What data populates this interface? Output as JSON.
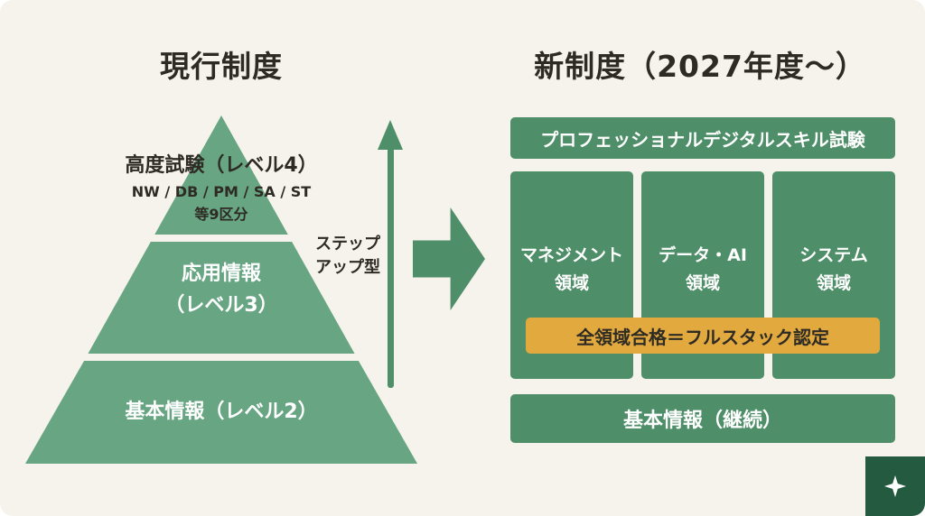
{
  "colors": {
    "background": "#f5f3ec",
    "pyramid_green": "#67a583",
    "panel_green": "#4e8e68",
    "accent_yellow": "#e2a93e",
    "dark_text": "#2e2b25",
    "white_text": "#ffffff",
    "logo_green": "#245b40"
  },
  "left": {
    "title": "現行制度",
    "pyramid": {
      "level4": {
        "title": "高度試験（レベル4）",
        "subtitle": "NW / DB / PM / SA / ST",
        "subtitle2": "等9区分"
      },
      "level3": {
        "line1": "応用情報",
        "line2": "（レベル3）"
      },
      "level2": {
        "label": "基本情報（レベル2）"
      }
    },
    "step_arrow_label": {
      "line1": "ステップ",
      "line2": "アップ型"
    }
  },
  "right": {
    "title": "新制度（2027年度〜）",
    "header": "プロフェッショナルデジタルスキル試験",
    "domains": [
      {
        "line1": "マネジメント",
        "line2": "領域"
      },
      {
        "line1": "データ・AI",
        "line2": "領域"
      },
      {
        "line1": "システム",
        "line2": "領域"
      }
    ],
    "fullstack_banner": "全領域合格＝フルスタック認定",
    "base": "基本情報（継続）"
  },
  "logo": {
    "icon": "sparkle-icon"
  }
}
